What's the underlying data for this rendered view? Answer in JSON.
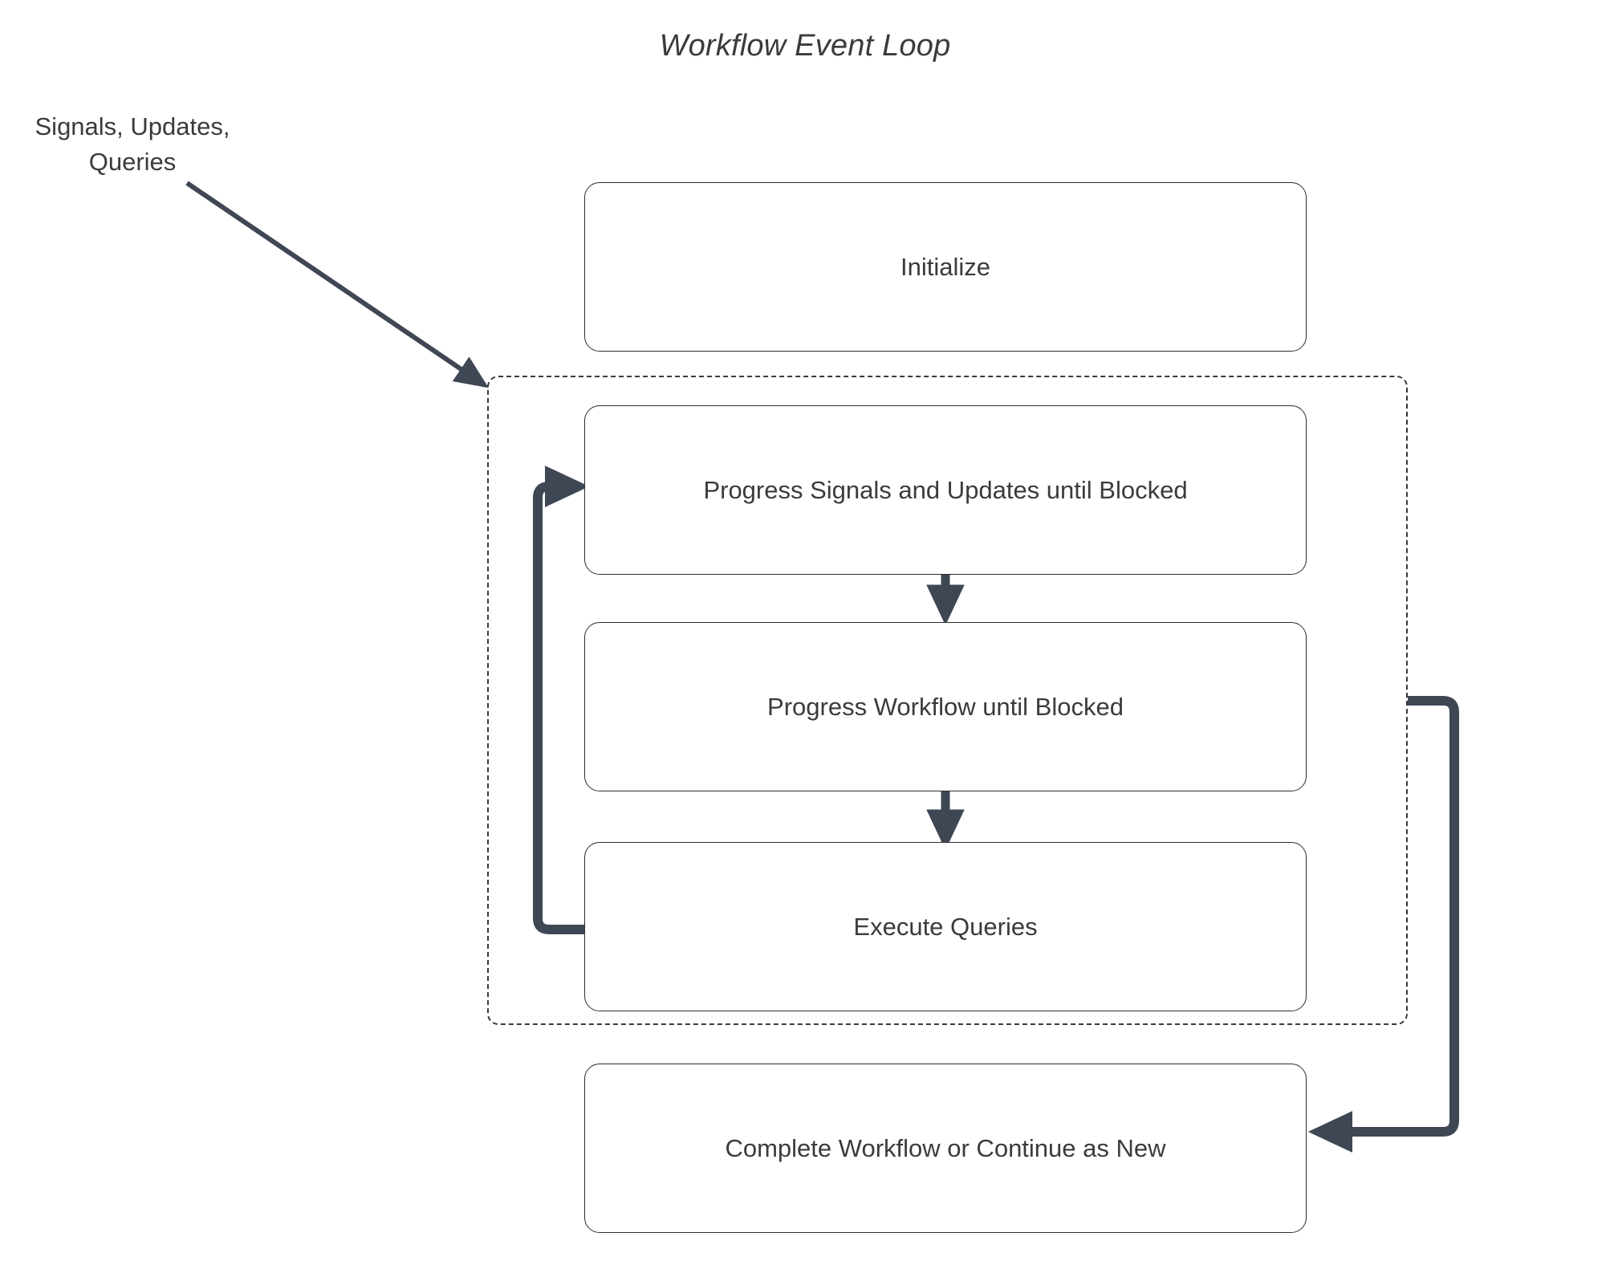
{
  "diagram": {
    "title": "Workflow Event Loop",
    "accent_color": "#3f4654",
    "node_border_color": "#2e2e2e",
    "text_color": "#3b3b3b",
    "background": "#ffffff",
    "external_label": {
      "name": "signals-updates-queries-label",
      "line1": "Signals, Updates,",
      "line2": "Queries"
    },
    "nodes": [
      {
        "id": "initialize",
        "label": "Initialize"
      },
      {
        "id": "progress-signals",
        "label": "Progress Signals and Updates until Blocked"
      },
      {
        "id": "progress-workflow",
        "label": "Progress Workflow until Blocked"
      },
      {
        "id": "execute-queries",
        "label": "Execute Queries"
      },
      {
        "id": "complete-workflow",
        "label": "Complete Workflow or Continue as New"
      }
    ],
    "loop_group": {
      "id": "event-loop-group",
      "style": "dashed"
    },
    "edges": [
      {
        "id": "signals-into-loop",
        "from": "signals-updates-queries-label",
        "to": "event-loop-group"
      },
      {
        "id": "signals-to-workflow",
        "from": "progress-signals",
        "to": "progress-workflow"
      },
      {
        "id": "workflow-to-queries",
        "from": "progress-workflow",
        "to": "execute-queries"
      },
      {
        "id": "queries-back-to-signals",
        "from": "execute-queries",
        "to": "progress-signals"
      },
      {
        "id": "loop-to-complete",
        "from": "event-loop-group",
        "to": "complete-workflow"
      }
    ]
  }
}
